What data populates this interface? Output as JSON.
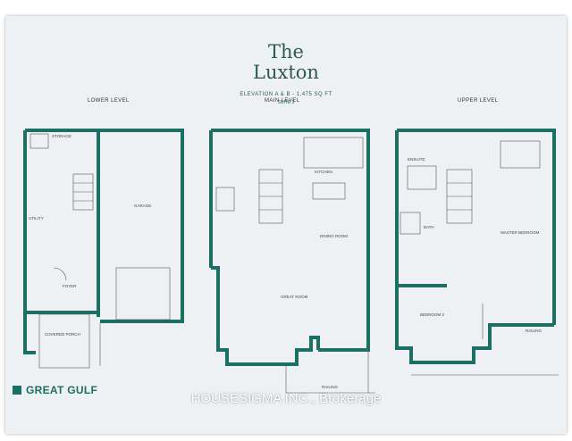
{
  "title_line1": "The",
  "title_line2": "Luxton",
  "subtitle": "ELEVATION A & B - 1,475 SQ FT",
  "suite": "SUITE 3",
  "levels": [
    "LOWER LEVEL",
    "MAIN LEVEL",
    "UPPER LEVEL"
  ],
  "lower_labels": {
    "storage": "STORAGE",
    "garage": "GARAGE",
    "foyer": "FOYER",
    "porch": "COVERED PORCH",
    "laundry": "UTILITY"
  },
  "main_labels": {
    "kitchen": "KITCHEN",
    "dining": "DINING ROOM",
    "great_room": "GREAT ROOM",
    "railing": "RAILING"
  },
  "upper_labels": {
    "master": "MASTER BEDROOM",
    "bedroom2": "BEDROOM 2",
    "bath": "BATH",
    "ensuite": "ENSUITE",
    "railing": "RAILING"
  },
  "brand": "GREAT GULF",
  "watermark": "HOUSESIGMA INC., Brokerage",
  "colors": {
    "wall": "#1d6f63",
    "paper": "#eef1f4",
    "title": "#2f5a4e"
  }
}
